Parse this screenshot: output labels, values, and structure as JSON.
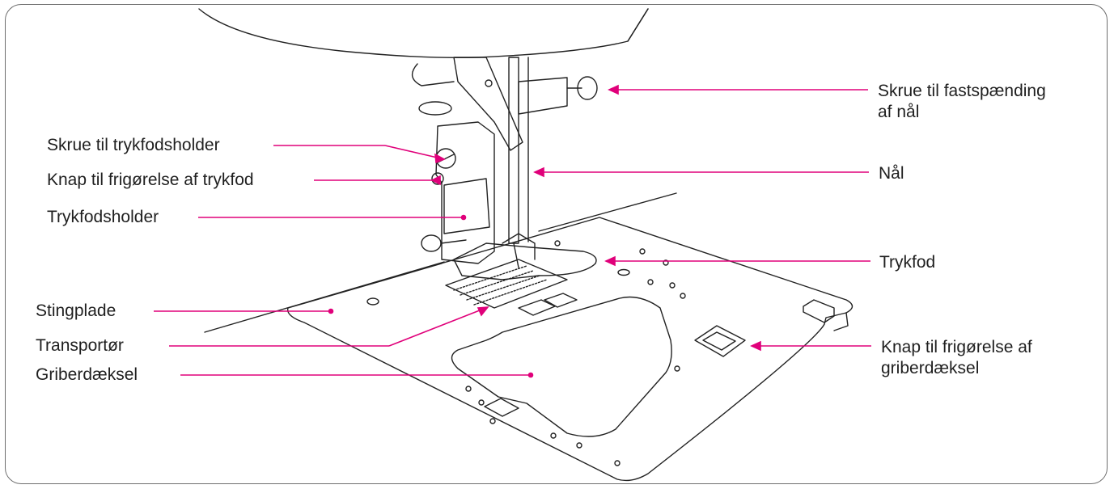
{
  "accent_color": "#e0007a",
  "labels": {
    "presser_foot_holder_screw": "Skrue til trykfodsholder",
    "presser_foot_release_button": "Knap til frigørelse af trykfod",
    "presser_foot_holder": "Trykfodsholder",
    "needle_plate": "Stingplade",
    "feed_dogs": "Transportør",
    "bobbin_cover": "Griberdæksel",
    "needle_clamp_screw": "Skrue til fastspænding\naf nål",
    "needle": "Nål",
    "presser_foot": "Trykfod",
    "bobbin_cover_release_button": "Knap til frigørelse af\ngriberdæksel"
  }
}
